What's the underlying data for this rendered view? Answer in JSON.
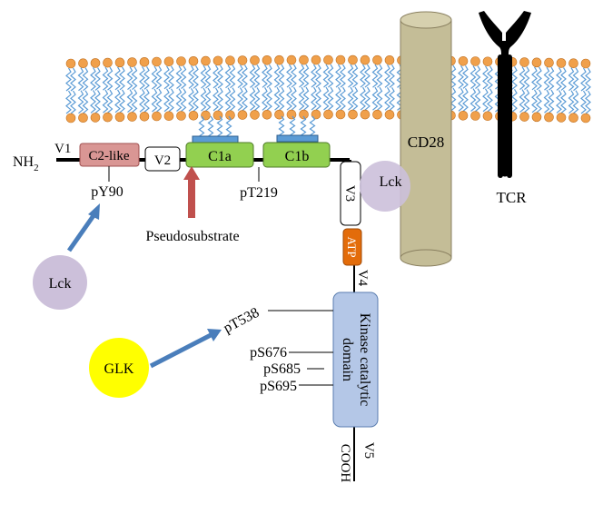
{
  "labels": {
    "nh2": "NH",
    "nh2_sub": "2",
    "v1": "V1",
    "c2": "C2-like",
    "v2": "V2",
    "c1a": "C1a",
    "c1b": "C1b",
    "py90": "pY90",
    "pt219": "pT219",
    "pseudo": "Pseudosubstrate",
    "lck_left": "Lck",
    "lck_right": "Lck",
    "v3": "V3",
    "atp": "ATP",
    "v4": "V4",
    "kinase": "Kinase catalytic",
    "kinase2": "domain",
    "pt538": "pT538",
    "ps676": "pS676",
    "ps685": "pS685",
    "ps695": "pS695",
    "glk": "GLK",
    "v5": "V5",
    "cooh": "COOH",
    "cd28": "CD28",
    "tcr": "TCR"
  },
  "colors": {
    "lipid_head": "#F0A04B",
    "lipid_tail": "#5B9BD5",
    "c2": "#D99694",
    "c1": "#92D050",
    "atp": "#E36C0A",
    "kinase": "#B4C7E7",
    "lck": "#CCC0DA",
    "glk": "#FFFF00",
    "cd28": "#C4BD97",
    "arrow": "#4A7EBB",
    "pseudo_arrow": "#C0504D",
    "tcr": "#000000"
  }
}
